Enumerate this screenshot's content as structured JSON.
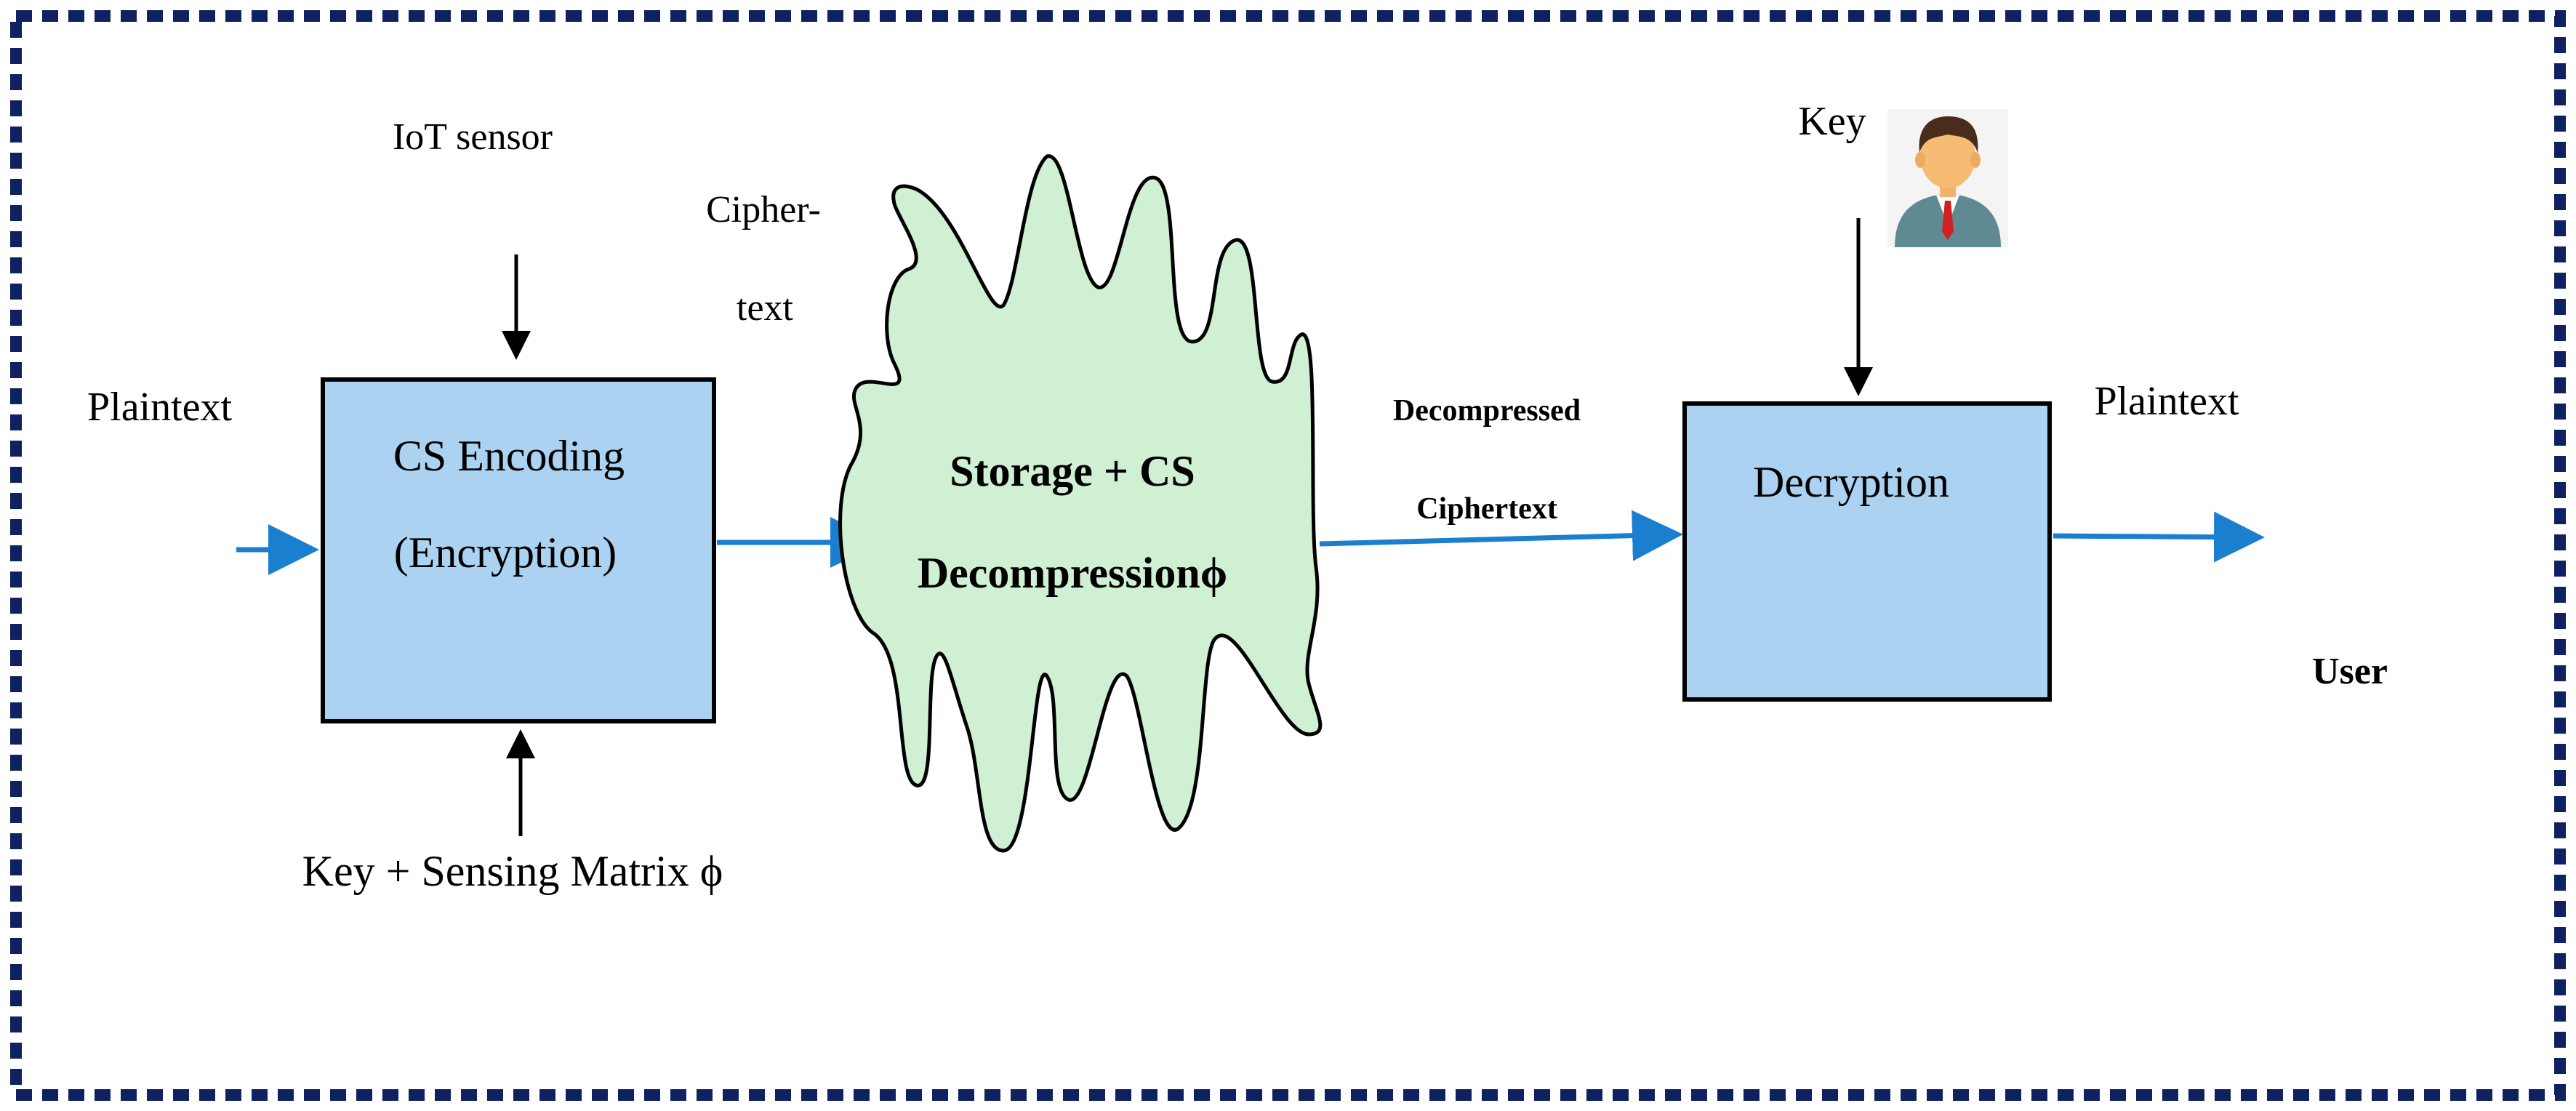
{
  "colors": {
    "border": "#0f2160",
    "box_fill": "#abd2f0",
    "cloud_fill": "#d0f0d4",
    "flow_arrow": "#1b7fd0",
    "control_arrow": "#000000"
  },
  "labels": {
    "iot_sensor": "IoT sensor",
    "plaintext_in": "Plaintext",
    "cipher_line1": "Cipher-",
    "cipher_line2": "text",
    "key_sensing": "Key + Sensing Matrix ϕ",
    "decompressed": "Decompressed",
    "ciphertext": "Ciphertext",
    "key": "Key",
    "plaintext_out": "Plaintext",
    "user": "User"
  },
  "encoding_box": {
    "line1": "CS Encoding",
    "line2": "(Encryption)"
  },
  "cloud": {
    "line1": "Storage + CS",
    "line2": "Decompressionϕ"
  },
  "decryption_box": {
    "label": "Decryption"
  },
  "icons": {
    "user": "user-avatar-icon"
  }
}
